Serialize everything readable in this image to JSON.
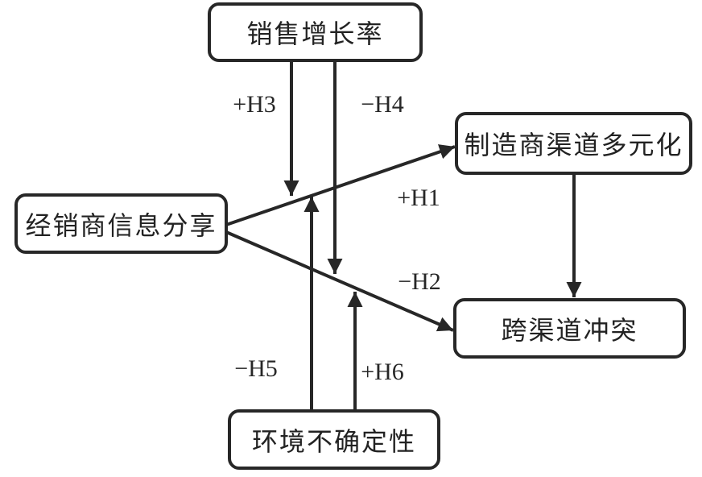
{
  "figure": {
    "background_color": "#ffffff",
    "line_color": "#272727",
    "nodes": {
      "sales_growth": {
        "label": "销售增长率"
      },
      "distributor_info_sharing": {
        "label": "经销商信息分享"
      },
      "manufacturer_channel_diversification": {
        "label": "制造商渠道多元化"
      },
      "cross_channel_conflict": {
        "label": "跨渠道冲突"
      },
      "environmental_uncertainty": {
        "label": "环境不确定性"
      }
    },
    "edges": {
      "h1": {
        "label": "+H1",
        "effect": "positive",
        "from": "经销商信息分享",
        "to": "制造商渠道多元化"
      },
      "h2": {
        "label": "−H2",
        "effect": "negative",
        "from": "经销商信息分享",
        "to": "跨渠道冲突"
      },
      "h3": {
        "label": "+H3",
        "effect": "positive",
        "from": "销售增长率",
        "to": "H1 path (moderation)"
      },
      "h4": {
        "label": "−H4",
        "effect": "negative",
        "from": "销售增长率",
        "to": "H2 path (moderation)"
      },
      "h5": {
        "label": "−H5",
        "effect": "negative",
        "from": "环境不确定性",
        "to": "H1 path (moderation)"
      },
      "h6": {
        "label": "+H6",
        "effect": "positive",
        "from": "环境不确定性",
        "to": "H2 path (moderation)"
      },
      "direct_link": {
        "label": "",
        "from": "制造商渠道多元化",
        "to": "跨渠道冲突"
      }
    }
  }
}
